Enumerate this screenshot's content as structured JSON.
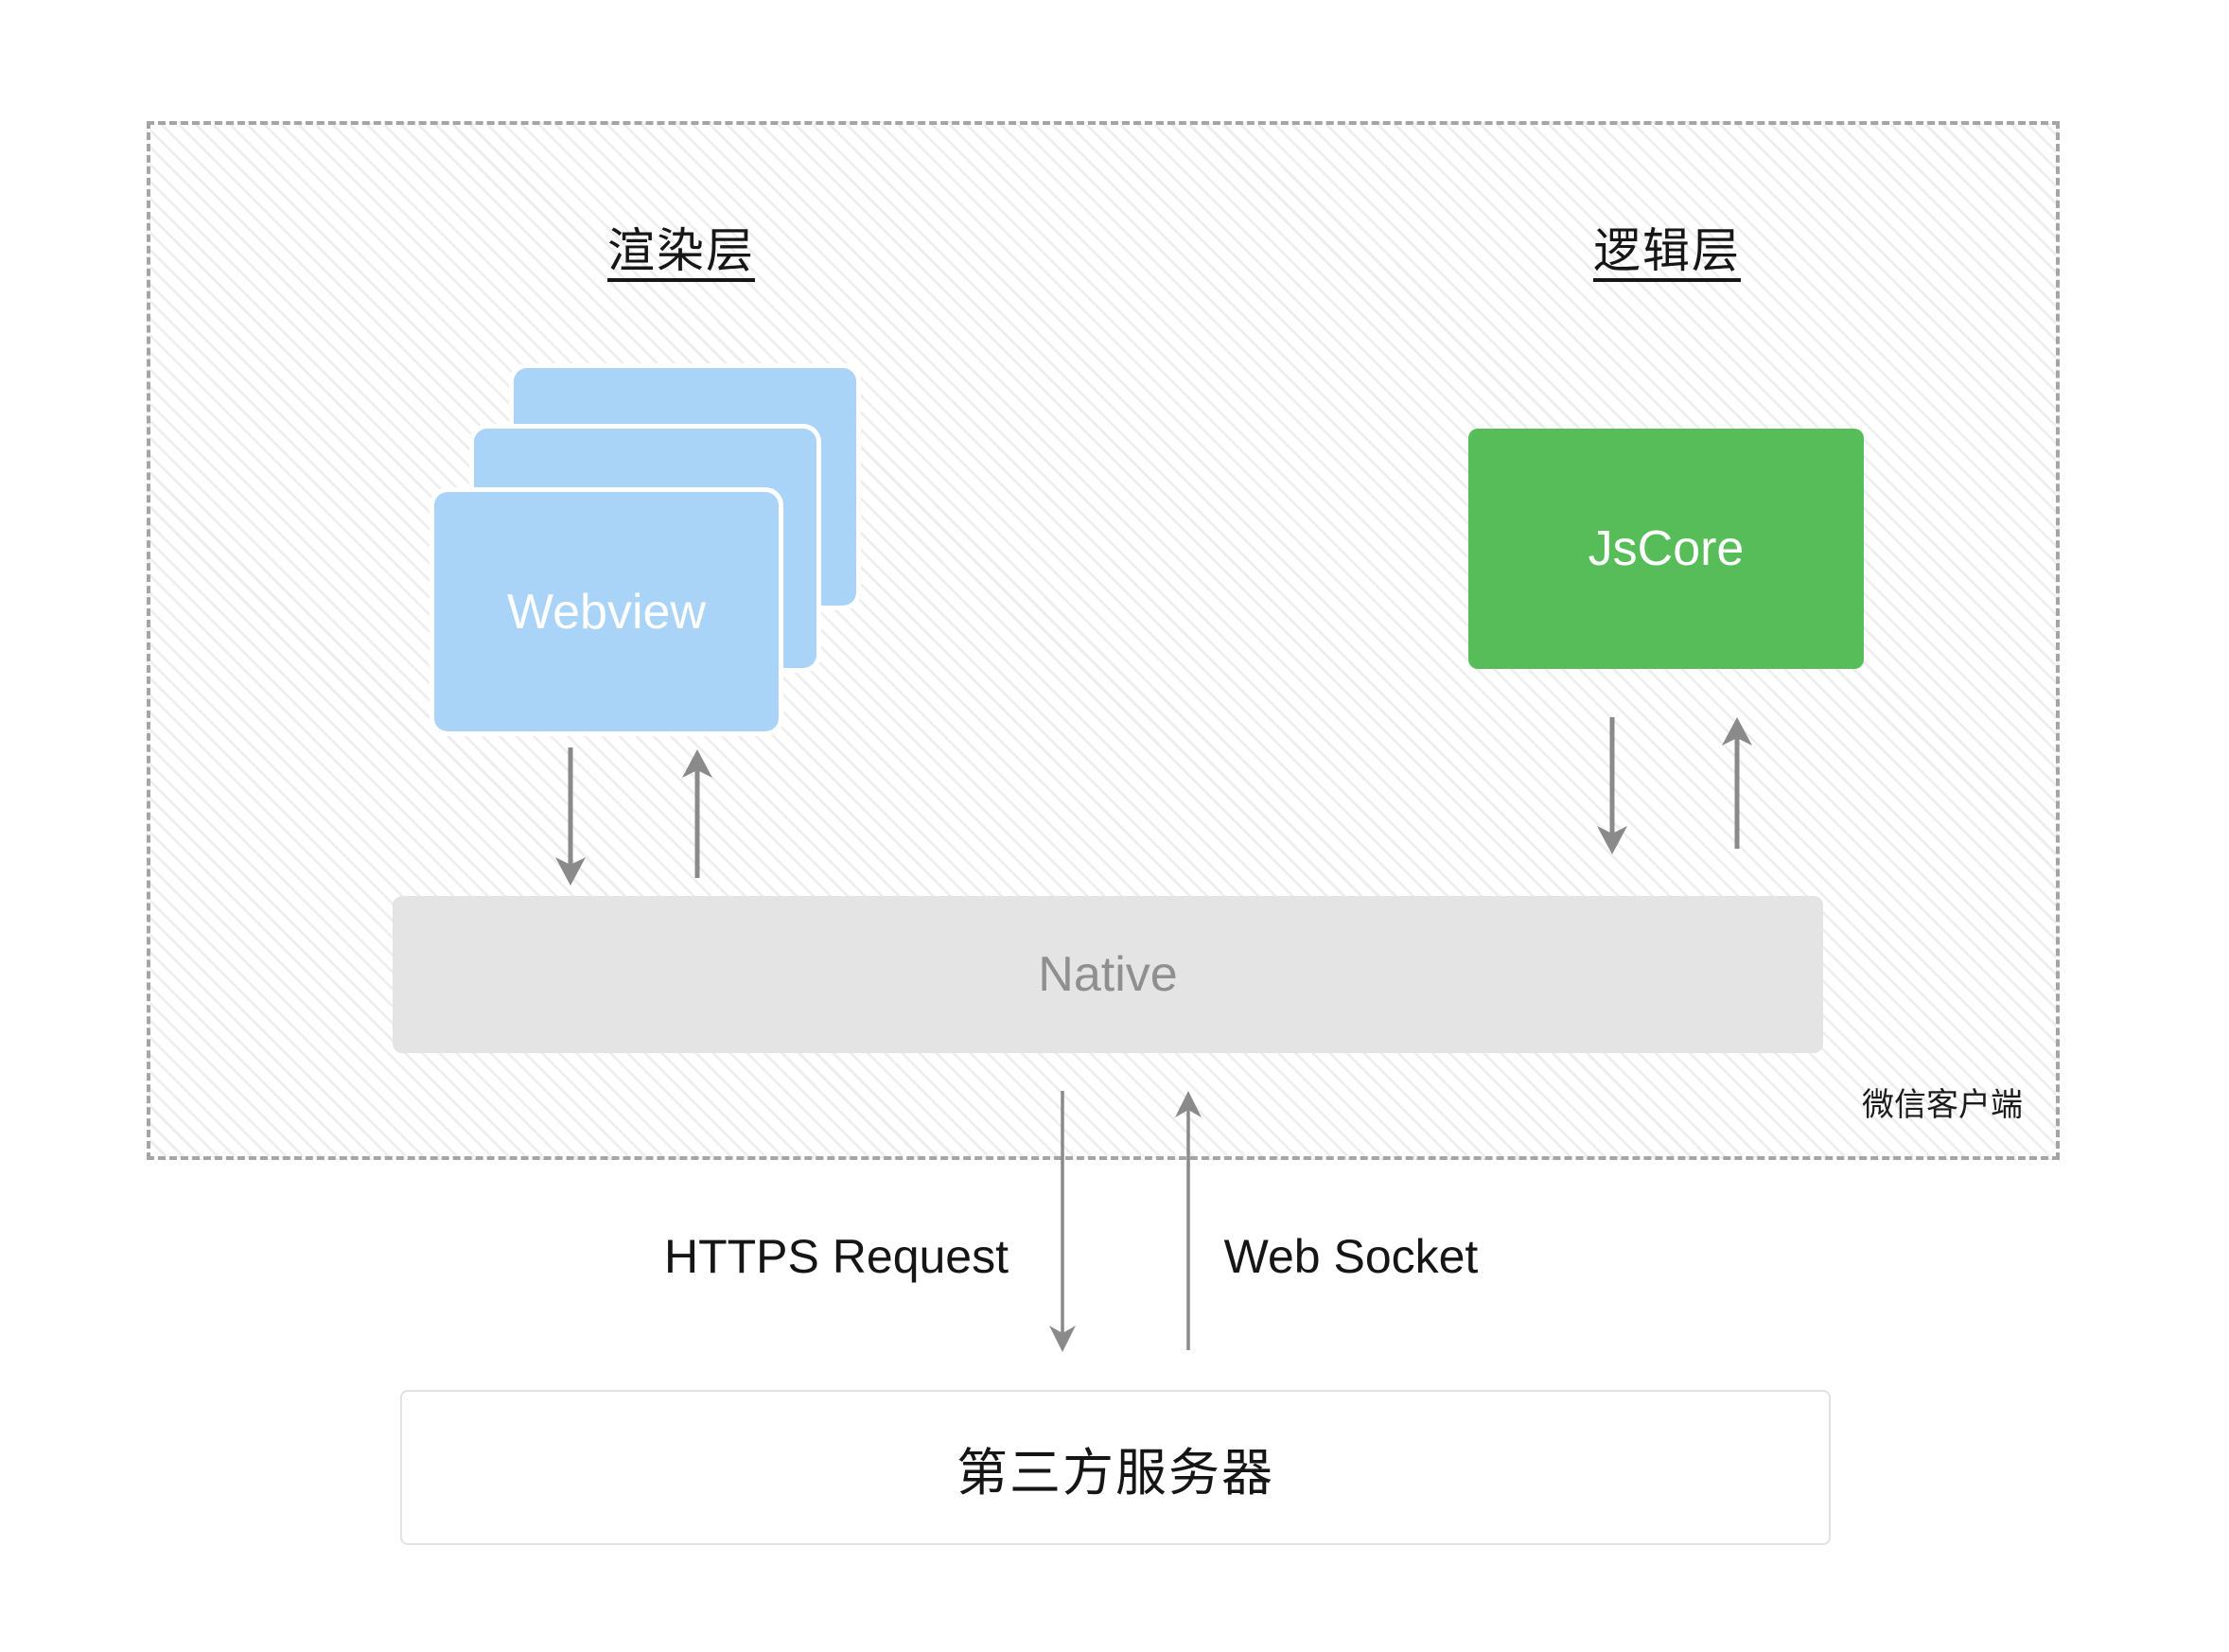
{
  "diagram": {
    "wechat_client": {
      "label": "微信客户端"
    },
    "render_layer": {
      "title": "渲染层",
      "webview_label": "Webview",
      "webview_stack_count": 3
    },
    "logic_layer": {
      "title": "逻辑层",
      "jscore_label": "JsCore"
    },
    "native": {
      "label": "Native"
    },
    "server": {
      "label": "第三方服务器"
    },
    "edges": {
      "https_label": "HTTPS Request",
      "websocket_label": "Web Socket"
    },
    "colors": {
      "webview_blue": "#A9D4F8",
      "jscore_green": "#57BD58",
      "native_gray": "#E4E4E4",
      "arrow_gray": "#8A8A8A"
    }
  }
}
